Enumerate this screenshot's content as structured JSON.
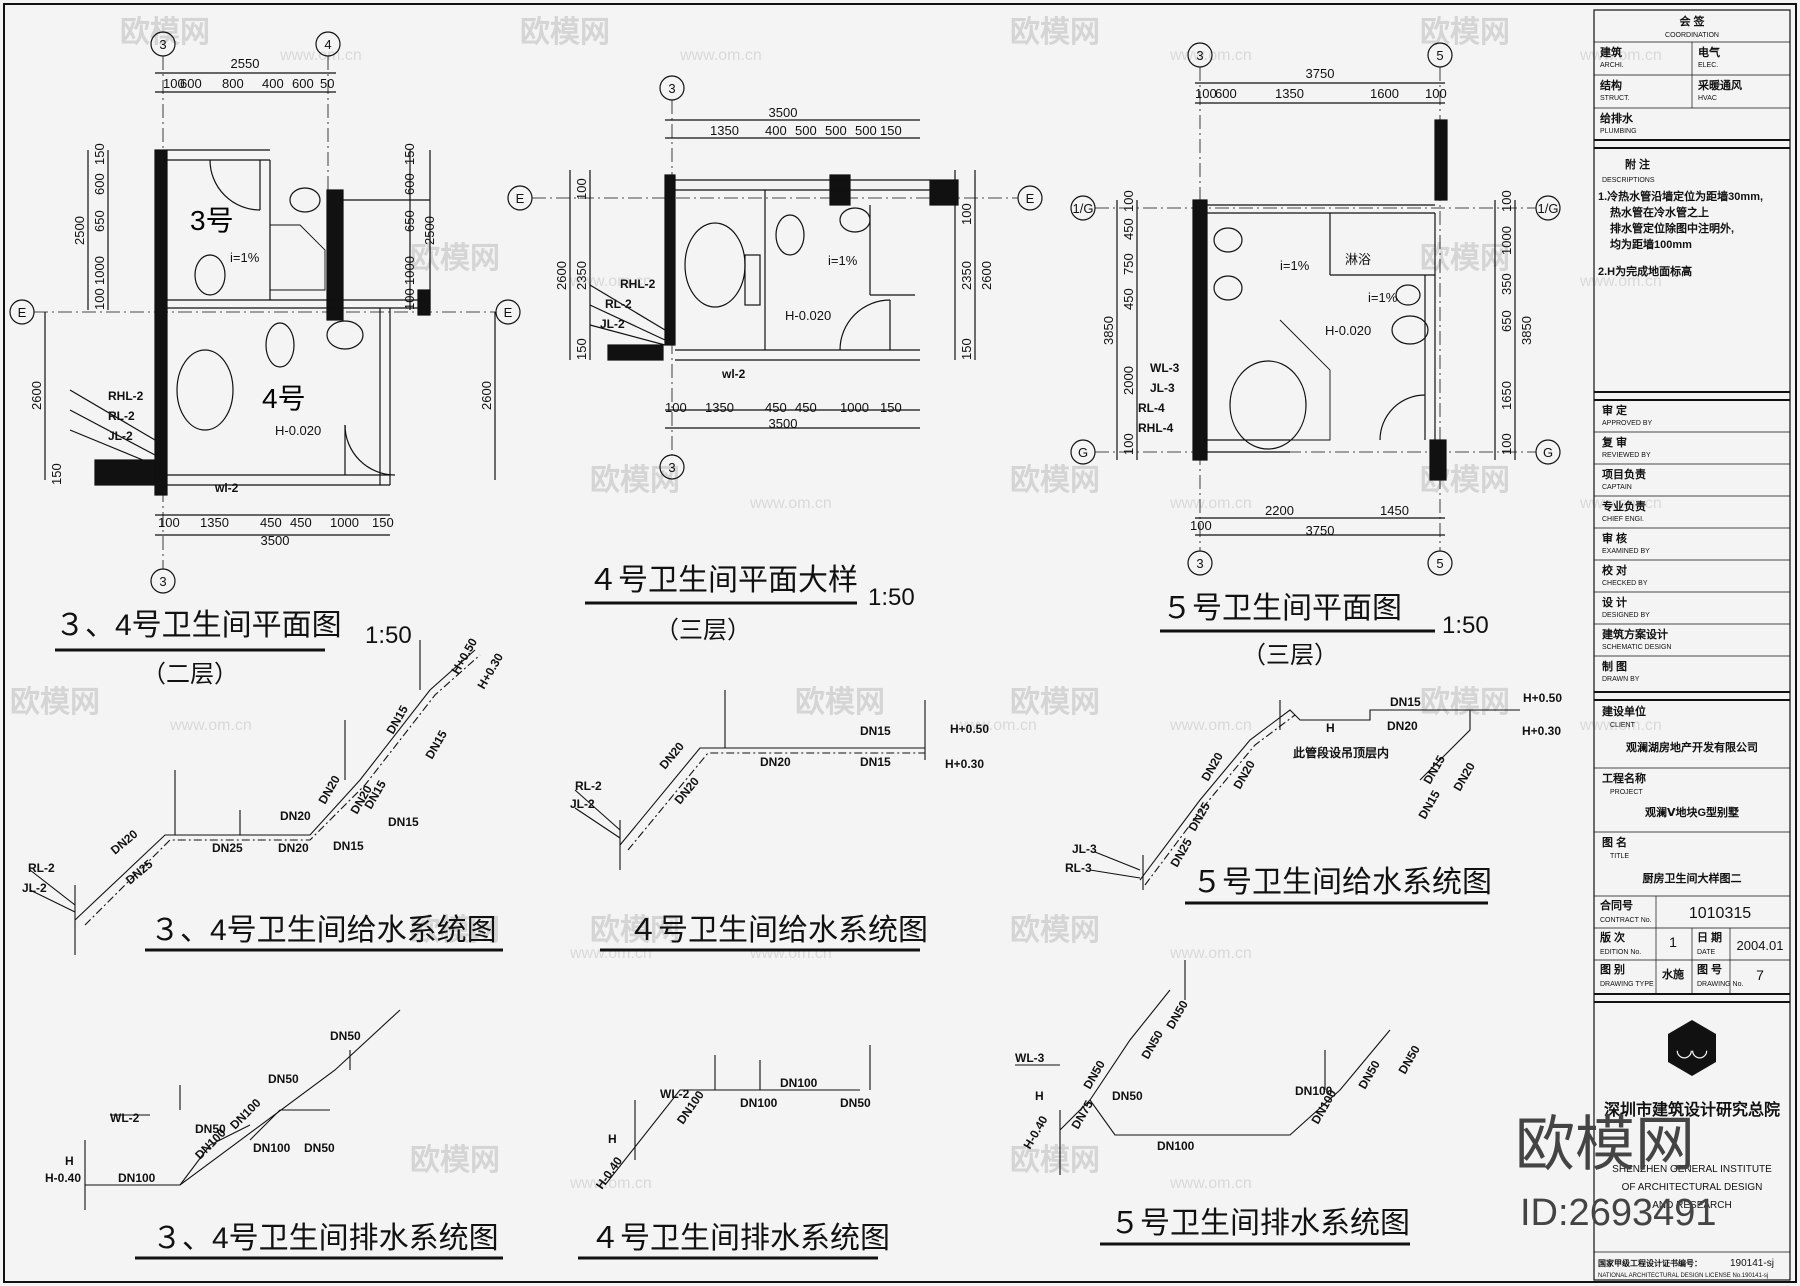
{
  "watermark": {
    "brand": "欧模网",
    "url": "www.om.cn",
    "corner_brand": "欧模网",
    "corner_id": "ID:2693491"
  },
  "titles": {
    "plan34": "３、4号卫生间平面图",
    "plan34_scale": "1:50",
    "plan34_floor": "（二层）",
    "plan4": "４号卫生间平面大样",
    "plan4_scale": "1:50",
    "plan4_floor": "（三层）",
    "plan5": "５号卫生间平面图",
    "plan5_scale": "1:50",
    "plan5_floor": "（三层）",
    "supply34": "３、4号卫生间给水系统图",
    "supply4": "４号卫生间给水系统图",
    "supply5": "５号卫生间给水系统图",
    "drain34": "３、4号卫生间排水系统图",
    "drain4": "４号卫生间排水系统图",
    "drain5": "５号卫生间排水系统图"
  },
  "axes": {
    "a3": "3",
    "a4": "4",
    "a5": "5",
    "aE": "E",
    "aG": "G",
    "a1G": "1/G"
  },
  "plan34": {
    "top_total": "2550",
    "top_dims": [
      "100",
      "600",
      "800",
      "400",
      "600",
      "50"
    ],
    "left_dims": [
      "150",
      "600",
      "650",
      "1000",
      "100"
    ],
    "left_total": "2500",
    "right_dims": [
      "150",
      "600",
      "650",
      "1000",
      "100"
    ],
    "right_total": "2500",
    "lower_left": [
      "2600",
      "150"
    ],
    "lower_right": "2600",
    "bottom_dims": [
      "100",
      "1350",
      "450",
      "450",
      "1000",
      "150"
    ],
    "bottom_total": "3500",
    "room3": "3号",
    "room4": "4号",
    "slope": "i=1%",
    "level": "H-0.020",
    "risers": [
      "RHL-2",
      "RL-2",
      "JL-2"
    ],
    "wl": "wl-2"
  },
  "plan4": {
    "top_total": "3500",
    "top_dims": [
      "1350",
      "400",
      "500",
      "500",
      "500",
      "150"
    ],
    "left_dims": [
      "100",
      "2350",
      "150"
    ],
    "left_total": "2600",
    "right_dims": [
      "100",
      "2350",
      "150"
    ],
    "right_total": "2600",
    "bottom_dims": [
      "100",
      "1350",
      "450",
      "450",
      "1000",
      "150"
    ],
    "bottom_total": "3500",
    "slope": "i=1%",
    "level": "H-0.020",
    "risers": [
      "RHL-2",
      "RL-2",
      "JL-2"
    ],
    "wl": "wl-2"
  },
  "plan5": {
    "top_total": "3750",
    "top_dims": [
      "100",
      "600",
      "1350",
      "1600",
      "100"
    ],
    "left_dims": [
      "100",
      "450",
      "750",
      "450",
      "2000",
      "100"
    ],
    "left_total": "3850",
    "right_dims": [
      "100",
      "1000",
      "350",
      "650",
      "1650",
      "100"
    ],
    "right_total": "3850",
    "bottom_dims": [
      "100",
      "2200",
      "1450"
    ],
    "bottom_total": "3750",
    "shower": "淋浴",
    "slope1": "i=1%",
    "slope2": "i=1%",
    "level": "H-0.020",
    "risers": [
      "WL-3",
      "JL-3",
      "RL-4",
      "RHL-4"
    ]
  },
  "supply34": {
    "risers": [
      "RL-2",
      "JL-2"
    ],
    "pipes": [
      "DN20",
      "DN25",
      "DN25",
      "DN20",
      "DN20",
      "DN20",
      "DN15",
      "DN15",
      "DN15",
      "DN15",
      "DN20",
      "DN15"
    ],
    "levels": [
      "H+0.50",
      "H+0.30"
    ]
  },
  "supply4": {
    "risers": [
      "RL-2",
      "JL-2"
    ],
    "pipes": [
      "DN20",
      "DN20",
      "DN20",
      "DN15",
      "DN15"
    ],
    "levels": [
      "H+0.50",
      "H+0.30"
    ]
  },
  "supply5": {
    "risers": [
      "JL-3",
      "RL-3"
    ],
    "pipes": [
      "DN15",
      "DN20",
      "DN20",
      "DN20",
      "DN25",
      "DN25",
      "DN15",
      "DN20",
      "DN15"
    ],
    "levels": [
      "H+0.50",
      "H+0.30"
    ],
    "note": "此管段设吊顶层内",
    "h": "H"
  },
  "drain34": {
    "riser": "WL-2",
    "h": "H",
    "level": "H-0.40",
    "pipes": [
      "DN100",
      "DN50",
      "DN100",
      "DN100",
      "DN50",
      "DN100",
      "DN50",
      "DN50"
    ]
  },
  "drain4": {
    "riser": "WL-2",
    "h": "H",
    "level": "H-0.40",
    "pipes": [
      "DN100",
      "DN100",
      "DN100",
      "DN50"
    ]
  },
  "drain5": {
    "riser": "WL-3",
    "h": "H",
    "level": "H-0.40",
    "pipes": [
      "DN75",
      "DN50",
      "DN50",
      "DN50",
      "DN50",
      "DN100",
      "DN100",
      "DN100",
      "DN50",
      "DN50"
    ]
  },
  "titleblock": {
    "cosign": "会 签",
    "cosign_en": "COORDINATION",
    "cosign_rows": [
      {
        "cn": "建筑",
        "en": "ARCHI.",
        "cn2": "电气",
        "en2": "ELEC."
      },
      {
        "cn": "结构",
        "en": "STRUCT.",
        "cn2": "采暖通风",
        "en2": "HVAC"
      },
      {
        "cn": "给排水",
        "en": "PLUMBING",
        "cn2": "",
        "en2": ""
      }
    ],
    "notes_title": "附 注",
    "notes_en": "DESCRIPTIONS",
    "notes": [
      "1.冷热水管沿墙定位为距墙30mm,",
      "热水管在冷水管之上",
      "排水管定位除图中注明外,",
      "均为距墙100mm",
      "2.H为完成地面标高"
    ],
    "roles": [
      {
        "cn": "审 定",
        "en": "APPROVED BY"
      },
      {
        "cn": "复 审",
        "en": "REVIEWED BY"
      },
      {
        "cn": "项目负责",
        "en": "CAPTAIN"
      },
      {
        "cn": "专业负责",
        "en": "CHIEF ENGI."
      },
      {
        "cn": "审 核",
        "en": "EXAMINED BY"
      },
      {
        "cn": "校 对",
        "en": "CHECKED BY"
      },
      {
        "cn": "设 计",
        "en": "DESIGNED BY"
      },
      {
        "cn": "建筑方案设计",
        "en": "SCHEMATIC DESIGN"
      },
      {
        "cn": "制 图",
        "en": "DRAWN BY"
      }
    ],
    "client_label": "建设单位",
    "client_en": "CLIENT",
    "client": "观澜湖房地产开发有限公司",
    "project_label": "工程名称",
    "project_en": "PROJECT",
    "project": "观澜Ⅴ地块G型别墅",
    "title_label": "图 名",
    "title_en": "TITLE",
    "title": "厨房卫生间大样图二",
    "contract_label": "合同号",
    "contract_en": "CONTRACT No.",
    "contract": "1010315",
    "edition_label": "版 次",
    "edition_en": "EDITION No.",
    "edition": "1",
    "date_label": "日 期",
    "date_en": "DATE",
    "date": "2004.01",
    "type_label": "图 别",
    "type_en": "DRAWING TYPE",
    "type": "水施",
    "dno_label": "图 号",
    "dno_en": "DRAWING No.",
    "dno": "7",
    "institute_cn": "深圳市建筑设计研究总院",
    "institute_en": [
      "SHENZHEN GENERAL INSTITUTE",
      "OF ARCHITECTURAL DESIGN",
      "AND RESEARCH"
    ],
    "license_cn": "国家甲级工程设计证书编号：",
    "license_no": "190141-sj",
    "license_en": "NATIONAL ARCHITECTURAL DESIGN LICENSE No.190141-sj"
  }
}
